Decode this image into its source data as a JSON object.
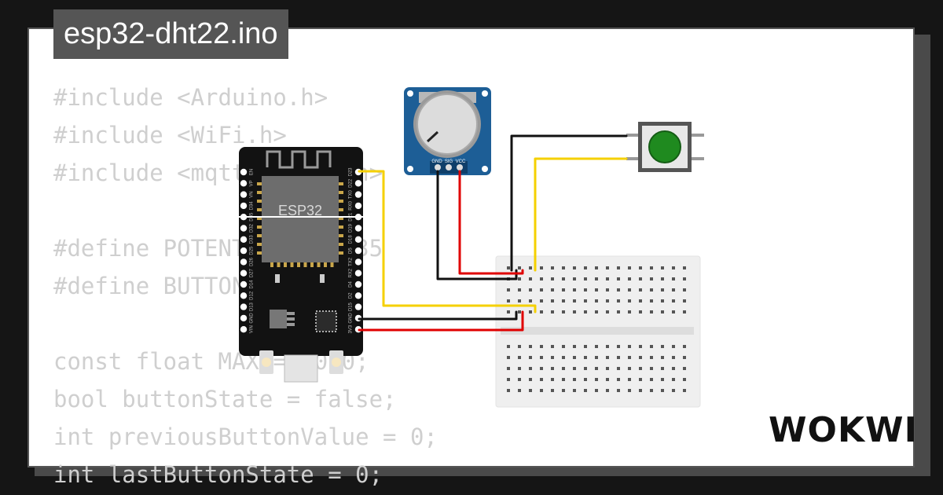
{
  "title": "esp32-dht22.ino",
  "brand": "WOKWI",
  "code_lines": [
    "#include <Arduino.h>",
    "#include <WiFi.h>",
    "#include <mqtt_client.h>",
    "",
    "#define POTENTIOMETER 35",
    "#define BUTTON 2",
    "",
    "const float MAX = 4050;",
    "bool buttonState = false;",
    "int previousButtonValue = 0;",
    "int lastButtonState = 0;"
  ],
  "esp32": {
    "label": "ESP32",
    "left_pins": [
      "EN",
      "VP",
      "VN",
      "D34",
      "D35",
      "D32",
      "D33",
      "D25",
      "D26",
      "D27",
      "D14",
      "D12",
      "D13",
      "GND",
      "VIN"
    ],
    "right_pins": [
      "D23",
      "D22",
      "TX0",
      "RX0",
      "D21",
      "D19",
      "D18",
      "D5",
      "TX2",
      "RX2",
      "D4",
      "D2",
      "D15",
      "GND",
      "3V3"
    ]
  },
  "potentiometer": {
    "pin_labels": [
      "GND",
      "SIG",
      "VCC"
    ]
  },
  "colors": {
    "background": "#151515",
    "card": "#ffffff",
    "title_bg": "#555555",
    "code_text": "#cfcfcf",
    "wire_black": "#111111",
    "wire_red": "#e00000",
    "wire_yellow": "#f5d000",
    "button_cap": "#1f8a1f",
    "pot_board": "#1d5e96",
    "breadboard": "#f0f0f0"
  }
}
